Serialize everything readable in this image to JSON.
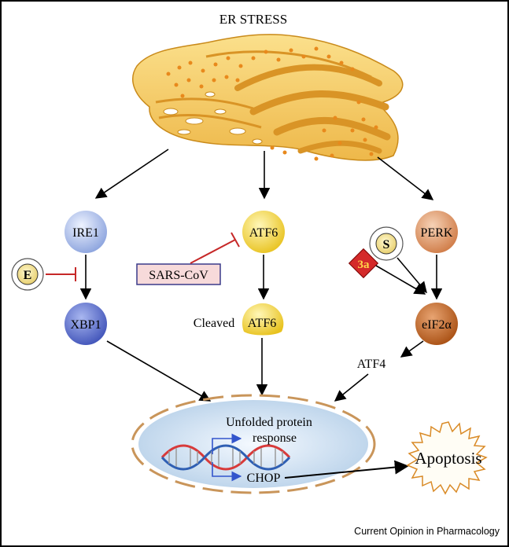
{
  "title": "ER STRESS",
  "nodes": {
    "ire1": "IRE1",
    "atf6": "ATF6",
    "perk": "PERK",
    "xbp1": "XBP1",
    "atf6_cleaved": "ATF6",
    "eif2a": "eIF2α"
  },
  "labels": {
    "cleaved": "Cleaved",
    "atf4": "ATF4",
    "sars_cov": "SARS-CoV",
    "e_protein": "E",
    "s_protein": "S",
    "protein_3a": "3a",
    "upr_line1": "Unfolded protein",
    "upr_line2": "response",
    "chop": "CHOP",
    "apoptosis": "Apoptosis",
    "credit": "Current Opinion in Pharmacology"
  },
  "colors": {
    "er_fill": "#f5c85a",
    "er_dot": "#e8891c",
    "inhibit": "#c62828",
    "ire1": "#9db3e6",
    "xbp1": "#4f63c4",
    "atf6": "#f2d23c",
    "perk": "#d98a5a",
    "eif2a": "#c0621e",
    "nucleus": "#c9dff2",
    "dna_red": "#d83a3a",
    "dna_blue": "#2f5fb3",
    "arrow_blue": "#3355cc",
    "sars_box": "#f7dada",
    "badge_red": "#d42a2a"
  }
}
